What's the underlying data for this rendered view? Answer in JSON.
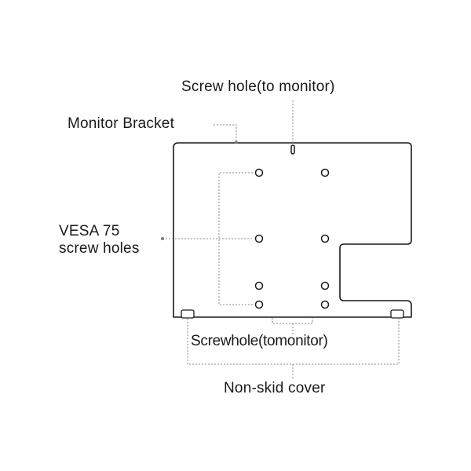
{
  "labels": {
    "screw_hole_top": "Screw hole(to monitor)",
    "monitor_bracket": "Monitor Bracket",
    "vesa_line1": "VESA 75",
    "vesa_line2": "screw holes",
    "screw_hole_bottom": "Screwhole(tomonitor)",
    "non_skid_cover": "Non-skid cover"
  },
  "colors": {
    "outline": "#1a1a1a",
    "leader": "#8a8a8a"
  }
}
